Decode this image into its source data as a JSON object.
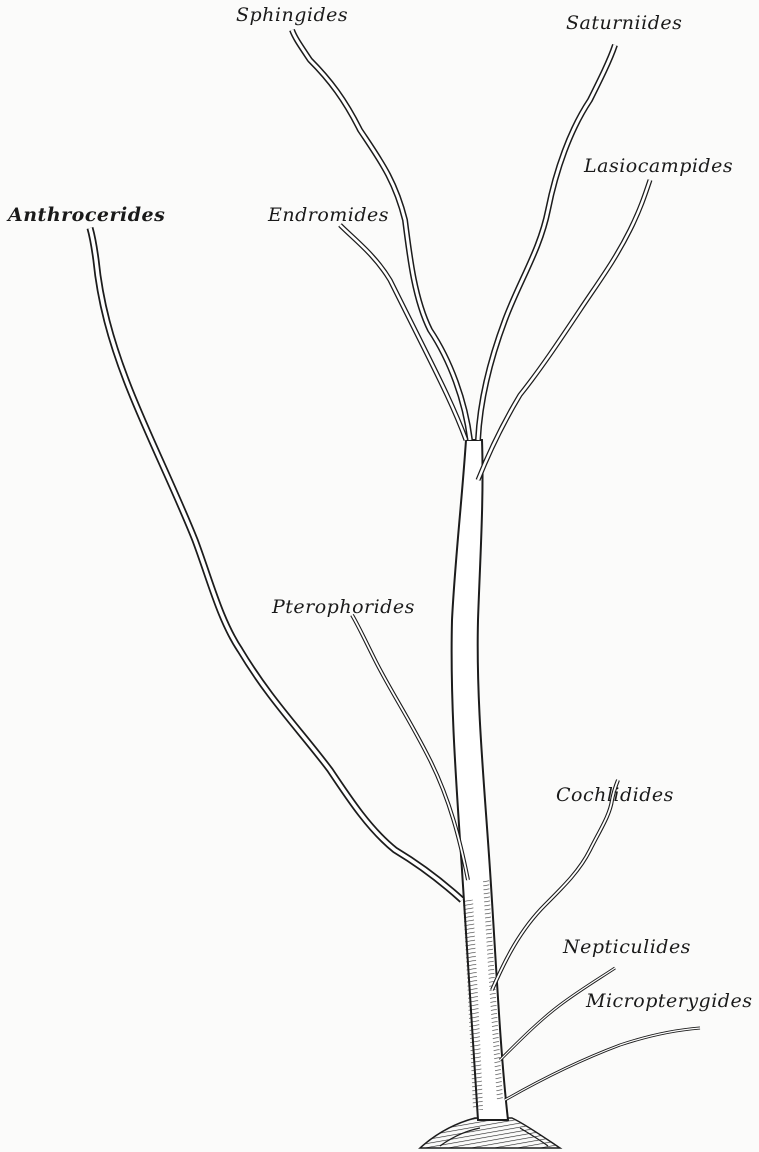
{
  "figure": {
    "ink_color": "#1c1c1c",
    "paper_color": "#fbfbfa",
    "labels": {
      "sphingides": "Sphingides",
      "saturniides": "Saturniides",
      "lasiocampides": "Lasiocampides",
      "anthrocerides": "Anthrocerides",
      "endromides": "Endromides",
      "pterophorides": "Pterophorides",
      "cochlidides": "Cochlidides",
      "nepticulides": "Nepticulides",
      "micropterygides": "Micropterygides"
    }
  }
}
